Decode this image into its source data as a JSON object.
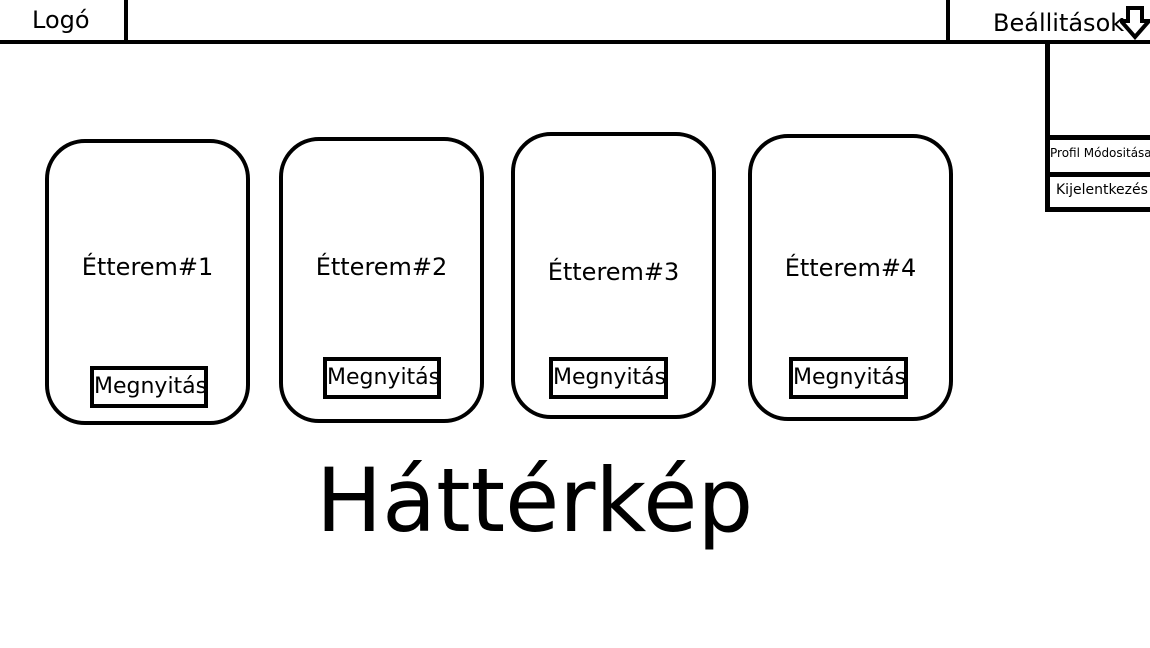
{
  "header": {
    "logo_label": "Logó",
    "settings_label": "Beállitások",
    "settings_icon": "arrow-down-icon"
  },
  "dropdown": {
    "items": [
      {
        "label": "Profil Módositása"
      },
      {
        "label": "Kijelentkezés"
      }
    ]
  },
  "restaurants": [
    {
      "name": "Étterem#1",
      "button_label": "Megnyitás"
    },
    {
      "name": "Étterem#2",
      "button_label": "Megnyitás"
    },
    {
      "name": "Étterem#3",
      "button_label": "Megnyitás"
    },
    {
      "name": "Étterem#4",
      "button_label": "Megnyitás"
    }
  ],
  "background": {
    "label": "Háttérkép"
  }
}
